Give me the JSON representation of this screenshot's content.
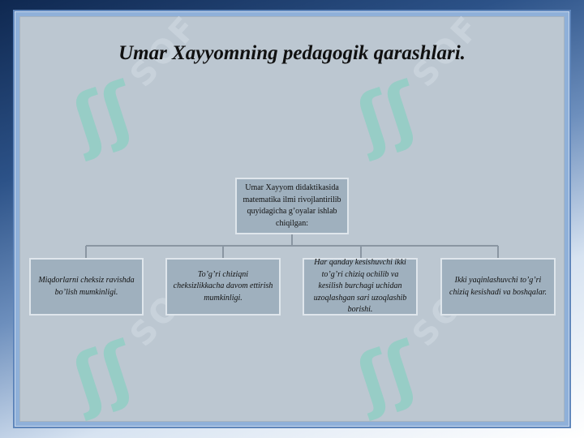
{
  "slide": {
    "title": "Umar Xayyomning pedagogik qarashlari."
  },
  "diagram": {
    "root": "Umar Xayyom didaktikasida matematika ilmi rivojlantirilib quyidagicha g’oyalar ishlab chiqilgan:",
    "children": [
      "Miqdorlarni cheksiz ravishda bo’lish mumkinligi.",
      "To’g’ri chiziqni cheksizlikkacha davom ettirish mumkinligi.",
      "Har qanday kesishuvchi ikki to’g’ri chiziq ochilib va kesilish burchagi uchidan uzoqlashgan sari uzoqlashib borishi.",
      "Ikki yaqinlashuvchi to’g’ri chiziq kesishadi va boshqalar."
    ]
  },
  "colors": {
    "panel": "#bcc7d1",
    "box_fill": "#9fb0be",
    "box_border": "#dfe6ec",
    "connector": "#8a96a2",
    "watermark": "#78d2be"
  }
}
